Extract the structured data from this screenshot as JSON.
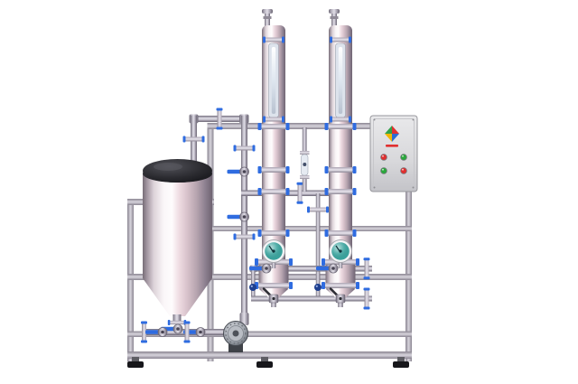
{
  "scene": {
    "subject": "Stainless steel twin-column membrane filtration pilot plant with conical feed tank, centrifugal pump and control panel on a tubular skid frame",
    "background_color": "#ffffff"
  },
  "colors": {
    "accent-blue": "#2f6ce0",
    "deep-navy": "#1e3f8f",
    "gauge-teal": "#3aa49e",
    "indicator-red": "#e02f2f",
    "indicator-green": "#2aa83c",
    "tank-dome-black": "#1b1b1f",
    "frame-steel": "#b8b3bd",
    "panel-gray": "#d9d9dc"
  },
  "control_panel": {
    "logo_colors": [
      "#e03131",
      "#2b6cd4",
      "#f2b705",
      "#31a24c"
    ],
    "indicator_lights": [
      {
        "name": "top-left",
        "color": "#e02f2f"
      },
      {
        "name": "top-right",
        "color": "#2aa83c"
      },
      {
        "name": "bottom-left",
        "color": "#2aa83c"
      },
      {
        "name": "bottom-right",
        "color": "#e02f2f"
      }
    ]
  },
  "equipment": {
    "tank": "conical-bottom feed tank",
    "column_1": "membrane column 1",
    "column_2": "membrane column 2",
    "gauge_1": "pressure gauge 1",
    "gauge_2": "pressure gauge 2",
    "pump": "centrifugal feed pump",
    "frame": "stainless tubular skid frame",
    "panel": "electrical control panel"
  }
}
